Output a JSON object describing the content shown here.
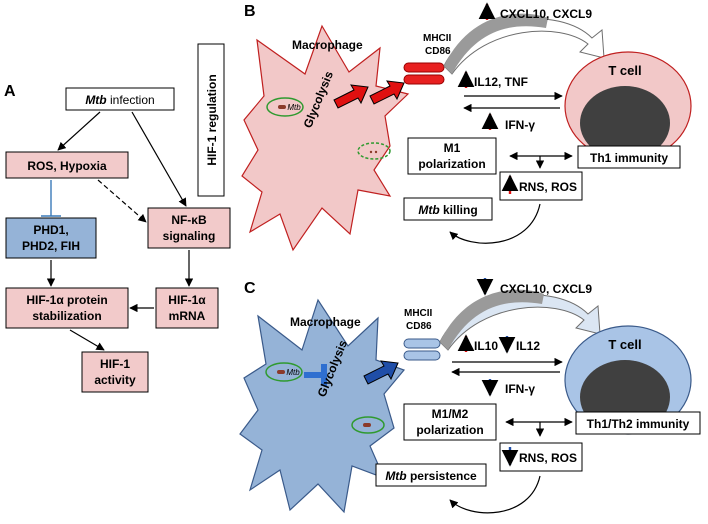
{
  "colors": {
    "pink_fill": "#f2c8c8",
    "pink_stroke": "#c02020",
    "blue_fill": "#95b3d7",
    "blue_stroke": "#3a5a8a",
    "box_pink": "#f2caca",
    "box_blue": "#95b3d7",
    "red": "#e01010",
    "dark_blue": "#1f4ea8",
    "green": "#2f9a2f",
    "nucleus": "#404040",
    "cd86_red": "#e82020",
    "cd86_blue": "#a9c4e6",
    "curve_gray": "#8a8a8a"
  },
  "panel_a": {
    "label": "A",
    "mtb_infection": {
      "italic": "Mtb",
      "rest": " infection"
    },
    "ros_hypoxia": "ROS, Hypoxia",
    "phd_line1": "PHD1,",
    "phd_line2": "PHD2, FIH",
    "nfkb_line1": "NF-κB",
    "nfkb_line2": "signaling",
    "hif_protein_line1": "HIF-1α protein",
    "hif_protein_line2": "stabilization",
    "hif_mrna_line1": "HIF-1α",
    "hif_mrna_line2": "mRNA",
    "hif_activity_line1": "HIF-1",
    "hif_activity_line2": "activity",
    "hif_regulation": "HIF-1 regulation"
  },
  "panel_b": {
    "label": "B",
    "macrophage": "Macrophage",
    "glycolysis": "Glycolysis",
    "mtb_inside": "Mtb",
    "mhcii": "MHCII",
    "cd86": "CD86",
    "chemokines": "CXCL10, CXCL9",
    "cytokines_out": "IL12, TNF",
    "ifn": "IFN-γ",
    "t_cell": "T cell",
    "polarization_line1": "M1",
    "polarization_line2": "polarization",
    "immunity": "Th1 immunity",
    "rns_ros": "RNS, ROS",
    "outcome": {
      "italic": "Mtb",
      "rest": " killing"
    }
  },
  "panel_c": {
    "label": "C",
    "macrophage": "Macrophage",
    "glycolysis": "Glycolysis",
    "mtb_inside": "Mtb",
    "mhcii": "MHCII",
    "cd86": "CD86",
    "chemokines": "CXCL10, CXCL9",
    "il10": "IL10",
    "il12": "IL12",
    "ifn": "IFN-γ",
    "t_cell": "T cell",
    "polarization_line1": "M1/M2",
    "polarization_line2": "polarization",
    "immunity": "Th1/Th2 immunity",
    "rns_ros": "RNS, ROS",
    "outcome": {
      "italic": "Mtb",
      "rest": " persistence"
    }
  }
}
